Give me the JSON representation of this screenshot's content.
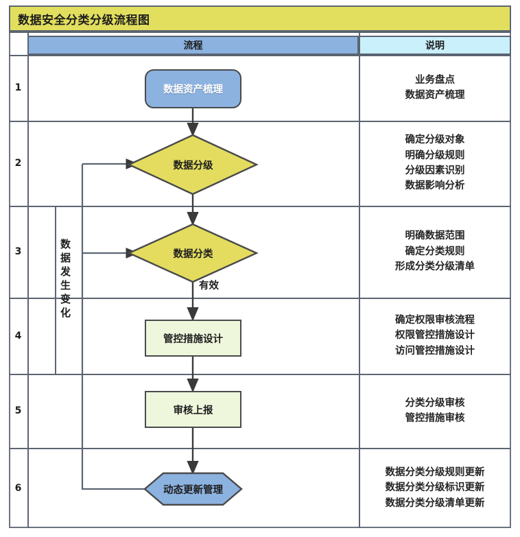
{
  "title": "数据安全分类分级流程图",
  "header": {
    "flow_label": "流程",
    "note_label": "说明"
  },
  "colors": {
    "title_bg": "#e3df5e",
    "flow_header_bg": "#8cb2e0",
    "note_header_bg": "#c9f0fb",
    "process_blue": "#8cb2e0",
    "decision_yellow": "#e3dc5f",
    "action_green": "#eef6dc",
    "border": "#5b6471",
    "shape_border": "#4a4a4a"
  },
  "rows": [
    {
      "num": "1",
      "shape": "rounded-rect",
      "shape_label": "数据资产梳理",
      "notes": [
        "业务盘点",
        "数据资产梳理"
      ]
    },
    {
      "num": "2",
      "shape": "diamond",
      "shape_label": "数据分级",
      "notes": [
        "确定分级对象",
        "明确分级规则",
        "分级因素识别",
        "数据影响分析"
      ]
    },
    {
      "num": "3",
      "shape": "diamond",
      "shape_label": "数据分类",
      "notes": [
        "明确数据范围",
        "确定分类规则",
        "形成分类分级清单"
      ]
    },
    {
      "num": "4",
      "shape": "rect",
      "shape_label": "管控措施设计",
      "notes": [
        "确定权限审核流程",
        "权限管控措施设计",
        "访问管控措施设计"
      ]
    },
    {
      "num": "5",
      "shape": "rect",
      "shape_label": "审核上报",
      "notes": [
        "分类分级审核",
        "管控措施审核"
      ]
    },
    {
      "num": "6",
      "shape": "hexagon",
      "shape_label": "动态更新管理",
      "notes": [
        "数据分类分级规则更新",
        "数据分类分级标识更新",
        "数据分类分级清单更新"
      ]
    }
  ],
  "edge_labels": {
    "valid": "有效",
    "feedback_loop": "数据发生变化"
  }
}
